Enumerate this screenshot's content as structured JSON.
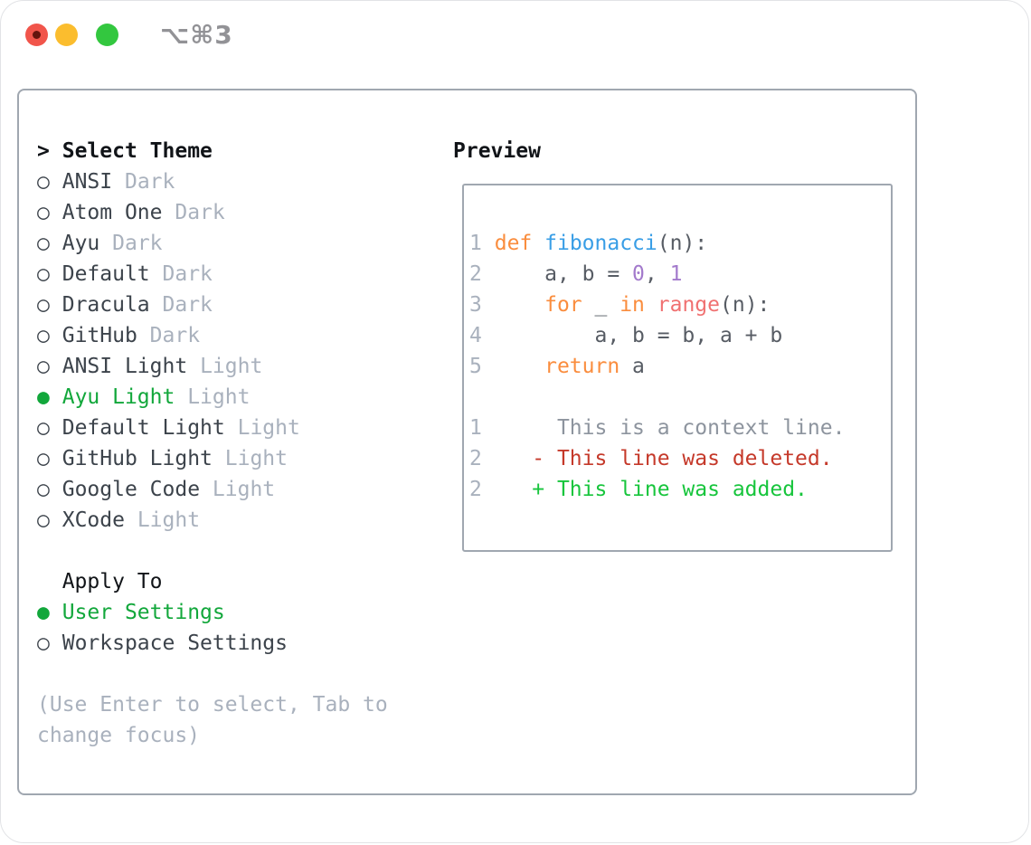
{
  "window": {
    "shortcut": "⌥⌘3",
    "traffic_lights": [
      "close",
      "minimize",
      "zoom"
    ]
  },
  "glyphs": {
    "radio_unselected": "○",
    "radio_selected": "●",
    "prompt": ">"
  },
  "theme_list": {
    "prompt": ">",
    "header": "Select Theme",
    "items": [
      {
        "name": "ANSI",
        "variant": "Dark",
        "selected": false
      },
      {
        "name": "Atom One",
        "variant": "Dark",
        "selected": false
      },
      {
        "name": "Ayu",
        "variant": "Dark",
        "selected": false
      },
      {
        "name": "Default",
        "variant": "Dark",
        "selected": false
      },
      {
        "name": "Dracula",
        "variant": "Dark",
        "selected": false
      },
      {
        "name": "GitHub",
        "variant": "Dark",
        "selected": false
      },
      {
        "name": "ANSI Light",
        "variant": "Light",
        "selected": false
      },
      {
        "name": "Ayu Light",
        "variant": "Light",
        "selected": true
      },
      {
        "name": "Default Light",
        "variant": "Light",
        "selected": false
      },
      {
        "name": "GitHub Light",
        "variant": "Light",
        "selected": false
      },
      {
        "name": "Google Code",
        "variant": "Light",
        "selected": false
      },
      {
        "name": "XCode",
        "variant": "Light",
        "selected": false
      }
    ]
  },
  "apply_to": {
    "header": "Apply To",
    "options": [
      {
        "label": "User Settings",
        "selected": true
      },
      {
        "label": "Workspace Settings",
        "selected": false
      }
    ]
  },
  "hint": {
    "lines": [
      "(Use Enter to select, Tab to",
      "change focus)"
    ]
  },
  "preview": {
    "title": "Preview",
    "lines": [
      {
        "num": "1",
        "kind": "code",
        "tokens": [
          [
            "kw",
            "def"
          ],
          [
            "fg",
            " "
          ],
          [
            "fn",
            "fibonacci"
          ],
          [
            "fg",
            "(n):"
          ]
        ]
      },
      {
        "num": "2",
        "kind": "code",
        "tokens": [
          [
            "fg",
            "    a, b = "
          ],
          [
            "lit",
            "0"
          ],
          [
            "fg",
            ", "
          ],
          [
            "lit",
            "1"
          ]
        ]
      },
      {
        "num": "3",
        "kind": "code",
        "tokens": [
          [
            "fg",
            "    "
          ],
          [
            "kw",
            "for"
          ],
          [
            "fg",
            " _ "
          ],
          [
            "kw",
            "in"
          ],
          [
            "fg",
            " "
          ],
          [
            "call",
            "range"
          ],
          [
            "fg",
            "(n):"
          ]
        ]
      },
      {
        "num": "4",
        "kind": "code",
        "tokens": [
          [
            "fg",
            "        a, b = b, a + b"
          ]
        ]
      },
      {
        "num": "5",
        "kind": "code",
        "tokens": [
          [
            "fg",
            "    "
          ],
          [
            "kw",
            "return"
          ],
          [
            "fg",
            " a"
          ]
        ]
      },
      {
        "num": "",
        "kind": "blank",
        "tokens": []
      },
      {
        "num": "1",
        "kind": "diff-context",
        "tokens": [
          [
            "ctx",
            "     This is a context line."
          ]
        ]
      },
      {
        "num": "2",
        "kind": "diff-deleted",
        "tokens": [
          [
            "del",
            "   - This line was deleted."
          ]
        ]
      },
      {
        "num": "2",
        "kind": "diff-added",
        "tokens": [
          [
            "add",
            "   + This line was added."
          ]
        ]
      }
    ]
  },
  "colors": {
    "text_primary": "#111418",
    "item_name": "#3C434B",
    "muted": "#A9B1BD",
    "accent_green": "#12A73B",
    "panel_border": "#A0A7B0",
    "line_number": "#A9B1BD",
    "code_fg": "#575C64",
    "keyword_orange": "#FA8D3E",
    "function_blue": "#399EE6",
    "number_purple": "#A37ACC",
    "call_coral": "#F07171",
    "diff_context": "#8D949E",
    "diff_deleted": "#C5392A",
    "diff_added": "#17C53C",
    "traffic_red": "#F1554B",
    "traffic_red_dot": "#65140D",
    "traffic_yellow": "#FBBD2E",
    "traffic_green": "#33C73F",
    "shortcut_gray": "#929296"
  }
}
